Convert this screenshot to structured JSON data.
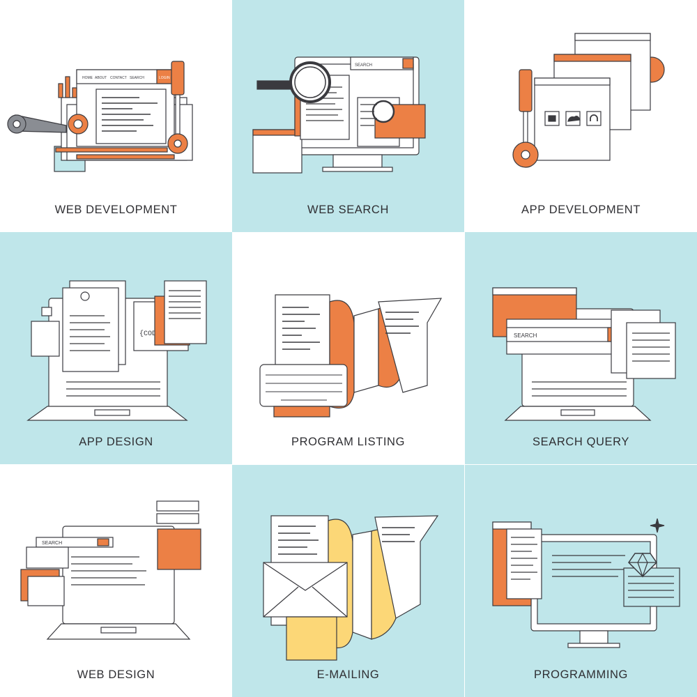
{
  "tiles": [
    {
      "caption": "WEB DEVELOPMENT",
      "background": "#ffffff"
    },
    {
      "caption": "WEB SEARCH",
      "background": "#bfe6ea",
      "search_text": "SEARCH"
    },
    {
      "caption": "APP DEVELOPMENT",
      "background": "#ffffff"
    },
    {
      "caption": "APP DESIGN",
      "background": "#bfe6ea",
      "code_text": "{CODE}"
    },
    {
      "caption": "PROGRAM LISTING",
      "background": "#ffffff"
    },
    {
      "caption": "SEARCH QUERY",
      "background": "#bfe6ea",
      "search_text": "SEARCH"
    },
    {
      "caption": "WEB DESIGN",
      "background": "#ffffff",
      "search_text": "SEARCH"
    },
    {
      "caption": "E-MAILING",
      "background": "#bfe6ea"
    },
    {
      "caption": "PROGRAMMING",
      "background": "#bfe6ea"
    }
  ],
  "web_dev_nav": [
    "HOME",
    "ABOUT",
    "CONTACT",
    "SEARCH",
    "LOGIN"
  ],
  "stock_id": "#95029027",
  "colors": {
    "orange": "#ec8045",
    "blue": "#bfe6ea",
    "outline": "#3a3a3f",
    "yellow": "#fcd777",
    "paper": "#ffffff"
  }
}
